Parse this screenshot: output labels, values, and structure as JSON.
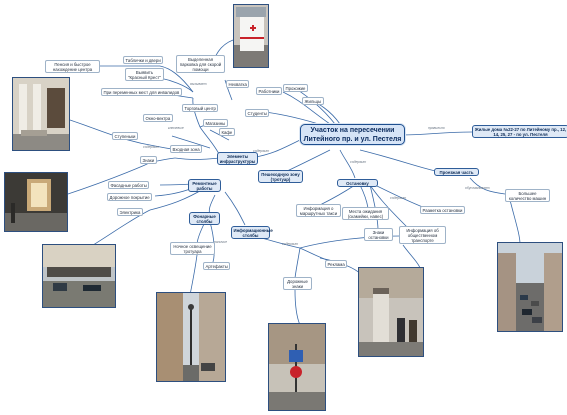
{
  "central": "Участок на пересечении Литейного пр. и ул. Пестеля",
  "right_topic": "Жилые дома №22-27 по Литейному пр., 12, 14, 25, 27 - по ул. Пестеля",
  "main_topics": {
    "infra": "Элементы инфраструктуры",
    "crossing": "Пешеходную зону (тротуар)",
    "stop": "Остановку",
    "roadway": "Проезжая часть",
    "lamps": "Информационные столбы",
    "repair": "Ремонтные работы",
    "street_lights": "Фонарные столбы"
  },
  "nodes": {
    "workers": "Работники",
    "passersby": "Прохожие",
    "residents": "Жильцы",
    "students": "Студенты",
    "foreigners": "Пенсия и быстрое нахождение центра",
    "signs": "Таблички и двери",
    "hidden": "Выявить \"Красный Крест\"",
    "transfers": "При переменных мест для инвалидов",
    "shop_center": "Торговый центр",
    "shops": "Магазины",
    "cafe": "Кафе",
    "optician": "Окно-вектра",
    "steps": "Ступеньки",
    "entry": "Входная зона",
    "sign": "Знаки",
    "facades": "Фасадные работы",
    "pavement": "Дорожное покрытие",
    "electric": "Электрика",
    "night": "Ночное освещение тротуара",
    "artifacts": "Артефакты",
    "road_signs": "Дорожные знаки",
    "ads": "Реклама",
    "stop_sign": "Знаки остановки",
    "route_info": "Информация о маршрутных такси",
    "wait_place": "Места ожидания (скамейки, навес)",
    "transport_info": "Информация об общественном транспорте",
    "markings": "Разметка остановки",
    "more_cars": "Большее количество машин",
    "passage": "Выделенная парковка для скорой помощи",
    "lack": "Нехватка"
  },
  "relations": {
    "r_central_right": "правильно",
    "r_central_down": "содержит",
    "r_roadway": "обуславливает",
    "r_entry": "содержит",
    "r_lamps": "содержит",
    "r_infra": "содержит",
    "r_stop": "содержит",
    "r_passage": "вызывает",
    "r_shop": "ключевые",
    "r_street": "наличие"
  },
  "colors": {
    "edge": "#3a6aa8",
    "box_border": "#2f5d99",
    "box_fill": "#dfe9f6"
  }
}
